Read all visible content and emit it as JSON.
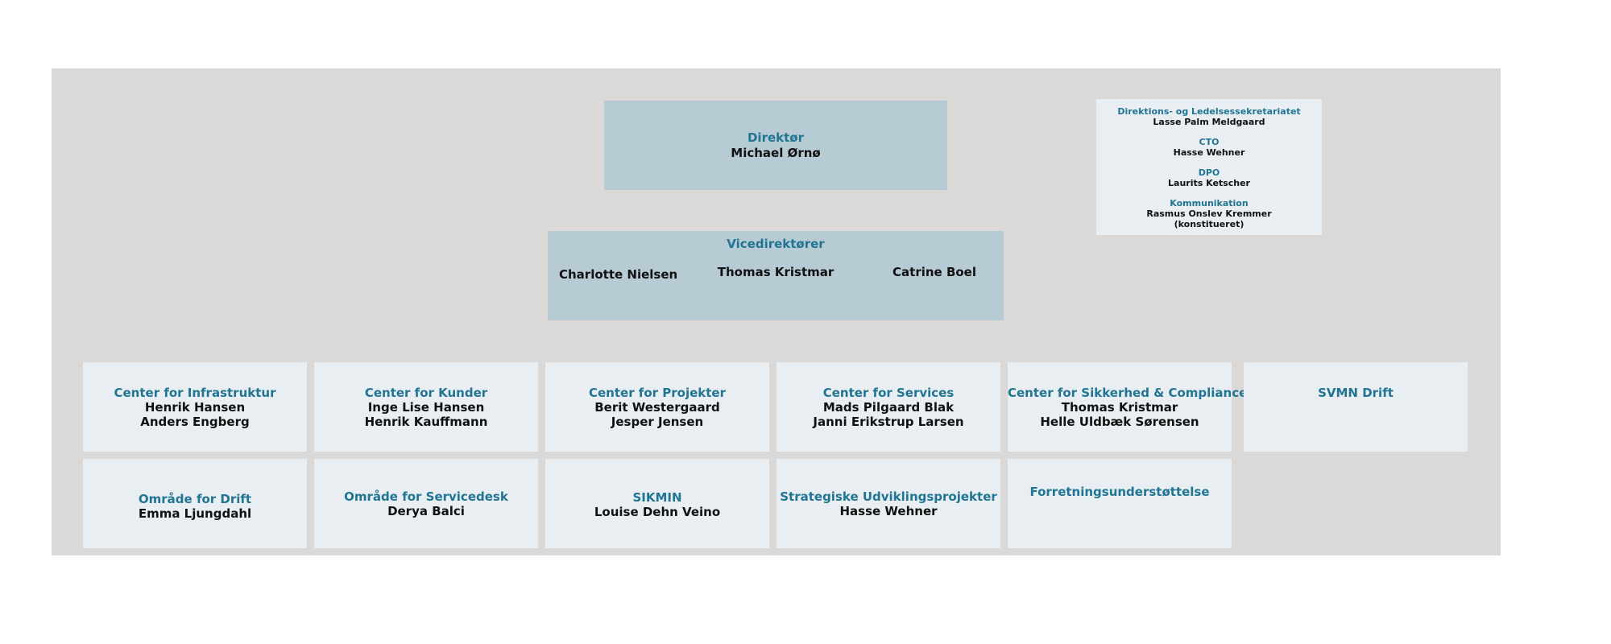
{
  "director": {
    "title": "Direktør",
    "name": "Michael Ørnø"
  },
  "vice": {
    "title": "Vicedirektører",
    "names": [
      "Charlotte Nielsen",
      "Thomas Kristmar",
      "Catrine Boel"
    ]
  },
  "staff": [
    {
      "title": "Direktions- og Ledelsessekretariatet",
      "names": [
        "Lasse Palm Meldgaard"
      ]
    },
    {
      "title": "CTO",
      "names": [
        "Hasse Wehner"
      ]
    },
    {
      "title": "DPO",
      "names": [
        "Laurits Ketscher"
      ]
    },
    {
      "title": "Kommunikation",
      "names": [
        "Rasmus Onslev Kremmer",
        "(konstitueret)"
      ]
    }
  ],
  "units": [
    {
      "title": "Center for Infrastruktur",
      "names": [
        "Henrik Hansen",
        "Anders Engberg"
      ]
    },
    {
      "title": "Center for Kunder",
      "names": [
        "Inge Lise Hansen",
        "Henrik Kauffmann"
      ]
    },
    {
      "title": "Center for Projekter",
      "names": [
        "Berit Westergaard",
        "Jesper Jensen"
      ]
    },
    {
      "title": "Center for Services",
      "names": [
        "Mads Pilgaard Blak",
        "Janni Erikstrup Larsen"
      ]
    },
    {
      "title": "Center for Sikkerhed & Compliance",
      "names": [
        "Thomas Kristmar",
        "Helle Uldbæk Sørensen"
      ]
    },
    {
      "title": "SVMN Drift",
      "names": []
    },
    {
      "title": "Område for Drift",
      "names": [
        "Emma Ljungdahl"
      ]
    },
    {
      "title": "Område for Servicedesk",
      "names": [
        "Derya Balci"
      ]
    },
    {
      "title": "SIKMIN",
      "names": [
        "Louise Dehn Veino"
      ]
    },
    {
      "title": "Strategiske Udviklingsprojekter",
      "names": [
        "Hasse Wehner"
      ]
    },
    {
      "title": "Forretningsunderstøttelse",
      "names": []
    }
  ]
}
